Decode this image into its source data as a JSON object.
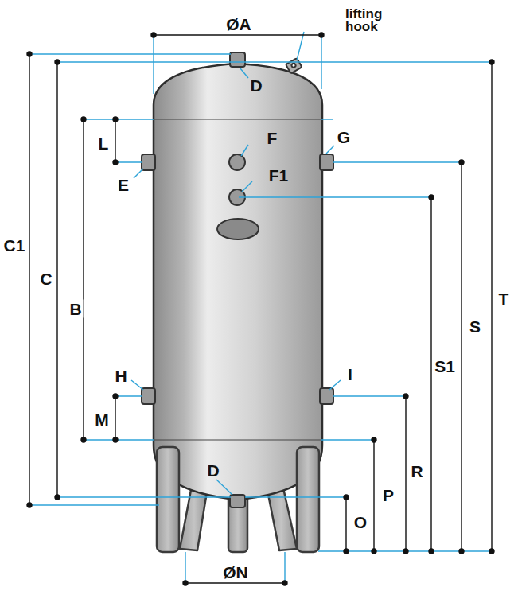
{
  "diagram": {
    "labels": [
      "ØA",
      "lifting hook",
      "D",
      "F",
      "G",
      "E",
      "F1",
      "L",
      "C1",
      "C",
      "B",
      "S",
      "S1",
      "T",
      "H",
      "I",
      "M",
      "R",
      "P",
      "D",
      "O",
      "ØN"
    ]
  }
}
